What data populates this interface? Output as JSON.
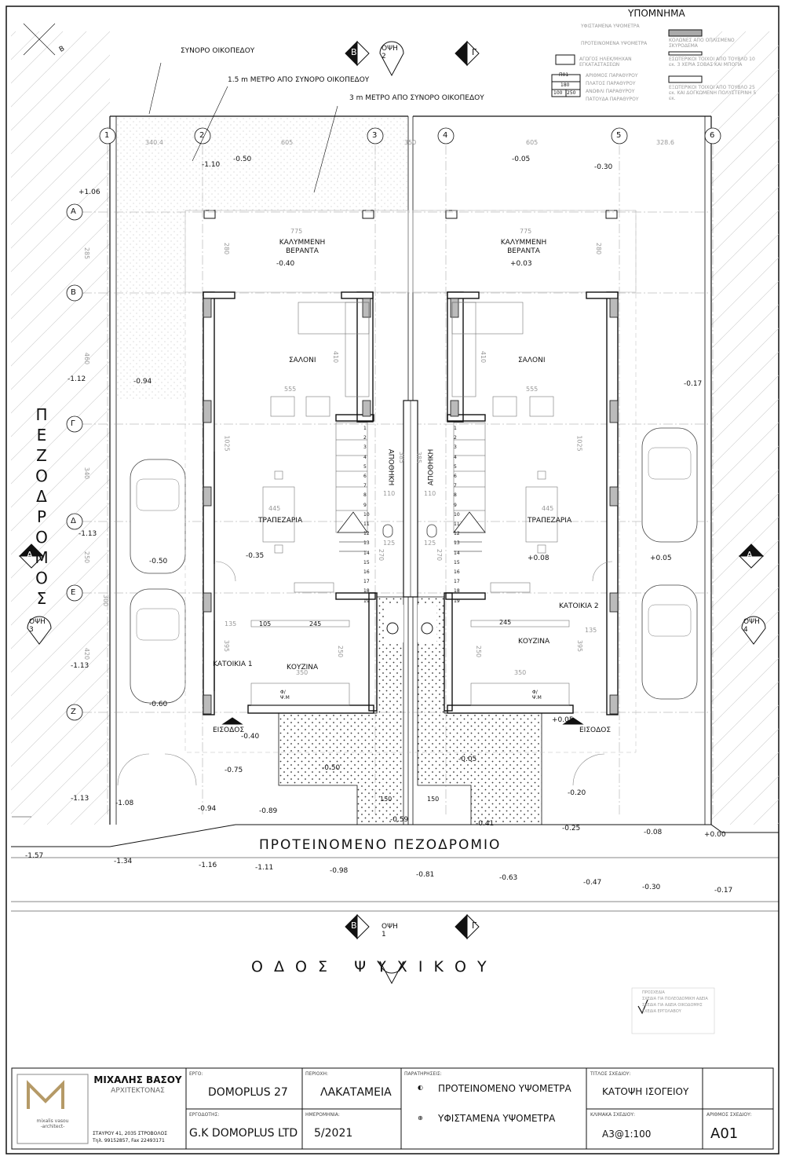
{
  "legend": {
    "title": "ΥΠΟΜΝΗΜΑ",
    "existing_levels": "ΥΦΙΣΤΑΜΕΝΑ ΥΨΟΜΕΤΡΑ",
    "proposed_levels": "ΠΡΟΤΕΙΝΟΜΕΝΑ ΥΨΟΜΕΤΡΑ",
    "duct": "ΑΓΩΓΟΣ ΗΛΕΚ/ΜΗΧΑΝ ΕΓΚΑΤΑΣΤΑΣΕΩΝ",
    "window_tag": {
      "id": "Π01",
      "width": "180",
      "sill": "100",
      "height": "250"
    },
    "window_notes": [
      "ΑΡΙΘΜΟΣ ΠΑΡΑΘΥΡΟΥ",
      "ΠΛΑΤΟΣ ΠΑΡΑΘΥΡΟΥ",
      "ΑΝΩΦΛΙ ΠΑΡΑΘΥΡΟΥ",
      "ΠΑΤΟΥΔΑ ΠΑΡΑΘΥΡΟΥ"
    ],
    "wall_concrete": "ΚΟΛΩΝΕΣ ΑΠΟ ΟΠΛΙΣΜΕΝΟ ΣΚΥΡΟΔΕΜΑ",
    "wall_internal": "ΕΣΩΤΕΡΙΚΟΙ ΤΟΙΧΟΙ ΑΠΟ ΤΟΥΒΛΟ 10 εκ. 3 ΧΕΡΙΑ ΣΟΒΑΣ ΚΑΙ ΜΠΟΓΙΑ",
    "wall_external": "ΕΞΩΤΕΡΙΚΟΙ ΤΟΙΧΟΙ ΑΠΟ ΤΟΥΒΛΟ 25 εκ. ΚΑΙ ΔΟΓΚΩΜΕΝΗ ΠΟΛΥΣΤΕΡΙΝΗ 5 εκ."
  },
  "annotations": {
    "plot_boundary": "ΣΥΝΟΡΟ ΟΙΚΟΠΕΔΟΥ",
    "setback_1_5": "1.5 m ΜΕΤΡΟ ΑΠΟ ΣΥΝΟΡΟ ΟΙΚΟΠΕΔΟΥ",
    "setback_3": "3 m ΜΕΤΡΟ ΑΠΟ ΣΥΝΟΡΟ ΟΙΚΟΠΕΔΟΥ",
    "north": "Β",
    "sidewalk_left": "Π Ε Ζ Ο Δ Ρ Ο Μ Ο Σ",
    "proposed_sidewalk": "ΠΡΟΤΕΙΝΟΜΕΝΟ ΠΕΖΟΔΡΟΜΙΟ",
    "street": "Ο Δ Ο Σ   Ψ Υ Χ Ι Κ Ο Υ"
  },
  "rooms": {
    "veranda_left": [
      "ΚΑΛΥΜΜΕΝΗ",
      "ΒΕΡΑΝΤΑ"
    ],
    "veranda_right": [
      "ΚΑΛΥΜΜΕΝΗ",
      "ΒΕΡΑΝΤΑ"
    ],
    "saloni": "ΣΑΛΟΝΙ",
    "trapezaria": "ΤΡΑΠΕΖΑΡΙΑ",
    "kouzina": "ΚΟΥΖΙΝΑ",
    "apothiki": "ΑΠΟΘΗΚΗ",
    "katoikia_1": "ΚΑΤΟΙΚΙΑ 1",
    "katoikia_2": "ΚΑΤΟΙΚΙΑ 2",
    "eisodos": "ΕΙΣΟΔΟΣ"
  },
  "grid": {
    "columns": [
      "1",
      "2",
      "3",
      "4",
      "5",
      "6"
    ],
    "rows": [
      "Α",
      "Β",
      "Γ",
      "Δ",
      "Ε",
      "Ζ"
    ]
  },
  "dimensions": {
    "top": [
      "340.4",
      "605",
      "350",
      "605",
      "328.6"
    ],
    "veranda_width": "775",
    "veranda_depth": "280",
    "rows_left": [
      "285",
      "460",
      "340",
      "250",
      "300",
      "420"
    ],
    "saloni": [
      "555",
      "410"
    ],
    "trap": [
      "445",
      "1025"
    ],
    "kouz": [
      "105",
      "245",
      "250",
      "350",
      "135",
      "395"
    ],
    "apoth": [
      "385",
      "110",
      "125",
      "270"
    ],
    "entr": "150"
  },
  "levels": {
    "tl1": "-1.10",
    "tl2": "-0.50",
    "tr1": "-0.05",
    "tr2": "-0.30",
    "plus106": "+1.06",
    "ver_l": "-0.40",
    "ver_r": "+0.03",
    "l112": "-1.12",
    "l094": "-0.94",
    "r017": "-0.17",
    "l113a": "-1.13",
    "l050": "-0.50",
    "l035": "-0.35",
    "r008": "+0.08",
    "r005": "+0.05",
    "l113b": "-1.13",
    "l060": "-0.60",
    "ent_l": "-0.40",
    "ent_r": "+0.05",
    "l075": "-0.75",
    "c050": "-0.50",
    "c005": "-0.05",
    "r020": "-0.20",
    "l113c": "-1.13",
    "l108": "-1.08",
    "l094b": "-0.94",
    "l089": "-0.89",
    "c059": "-0.59",
    "c041": "-0.41",
    "r025": "-0.25",
    "r008b": "-0.08",
    "r000": "+0.00",
    "s157": "-1.57",
    "s134": "-1.34",
    "s116": "-1.16",
    "s111": "-1.11",
    "s098": "-0.98",
    "s081": "-0.81",
    "s063": "-0.63",
    "s047": "-0.47",
    "s030": "-0.30",
    "s017": "-0.17"
  },
  "sections": {
    "B": "Β",
    "G": "Γ",
    "A": "Α",
    "opsi": "ΟΨΗ",
    "v1": "1",
    "v2": "2",
    "v3": "3",
    "v4": "4"
  },
  "stairs": [
    "1",
    "2",
    "3",
    "4",
    "5",
    "6",
    "7",
    "8",
    "9",
    "10",
    "11",
    "12",
    "13",
    "14",
    "15",
    "16",
    "17",
    "18",
    "19"
  ],
  "kitchen_tag": [
    "Φ/",
    "Ψ.Μ"
  ],
  "approval": [
    "ΠΡΟΣΧΕΔΙΑ",
    "ΣΧΕΔΙΑ ΓΙΑ ΠΟΛΕΟΔΟΜΙΚΗ ΑΔΕΙΑ",
    "ΣΧΕΔΙΑ ΓΙΑ ΑΔΕΙΑ ΟΙΚΟΔΟΜΗΣ",
    "ΣΧΕΔΙΑ ΕΡΓΟΛΑΒΟΥ"
  ],
  "title_block": {
    "architect": "ΜΙΧΑΛΗΣ ΒΑΣΟΥ",
    "profession": "ΑΡΧΙΤΕΚΤΟΝΑΣ",
    "logo_text": [
      "mixalis vasou",
      "-architect-"
    ],
    "address": "ΣΤΑΥΡΟΥ 41, 2035 ΣΤΡΟΒΟΛΟΣ",
    "phone": "Τηλ. 99152857, Fax 22493171",
    "project_label": "ΕΡΓΟ:",
    "project": "DOMOPLUS 27",
    "area_label": "ΠΕΡΙΟΧΗ:",
    "area": "ΛΑΚΑΤΑΜΕΙΑ",
    "notes_label": "ΠΑΡΑΤΗΡΗΣΕΙΣ:",
    "note_proposed": "ΠΡΟΤΕΙΝΟΜΕΝΟ ΥΨΟΜΕΤΡΑ",
    "note_existing": "ΥΦΙΣΤΑΜΕΝΑ ΥΨΟΜΕΤΡΑ",
    "drawing_title_label": "ΤΙΤΛΟΣ ΣΧΕΔΙΟΥ:",
    "drawing_title": "ΚΑΤΟΨΗ ΙΣΟΓΕΙΟΥ",
    "client_label": "ΕΡΓΟΔΟΤΗΣ:",
    "client": "G.K DOMOPLUS LTD",
    "date_label": "ΗΜΕΡΟΜΗΝΙΑ:",
    "date": "5/2021",
    "scale_label": "ΚΛΙΜΑΚΑ ΣΧΕΔΙΟΥ:",
    "scale": "Α3@1:100",
    "number_label": "ΑΡΙΘΜΟΣ ΣΧΕΔΙΟΥ:",
    "number": "Α01"
  },
  "colors": {
    "line": "#111111",
    "grid": "#aaaaaa",
    "hatch_wall": "#888888",
    "dim": "#999999"
  }
}
